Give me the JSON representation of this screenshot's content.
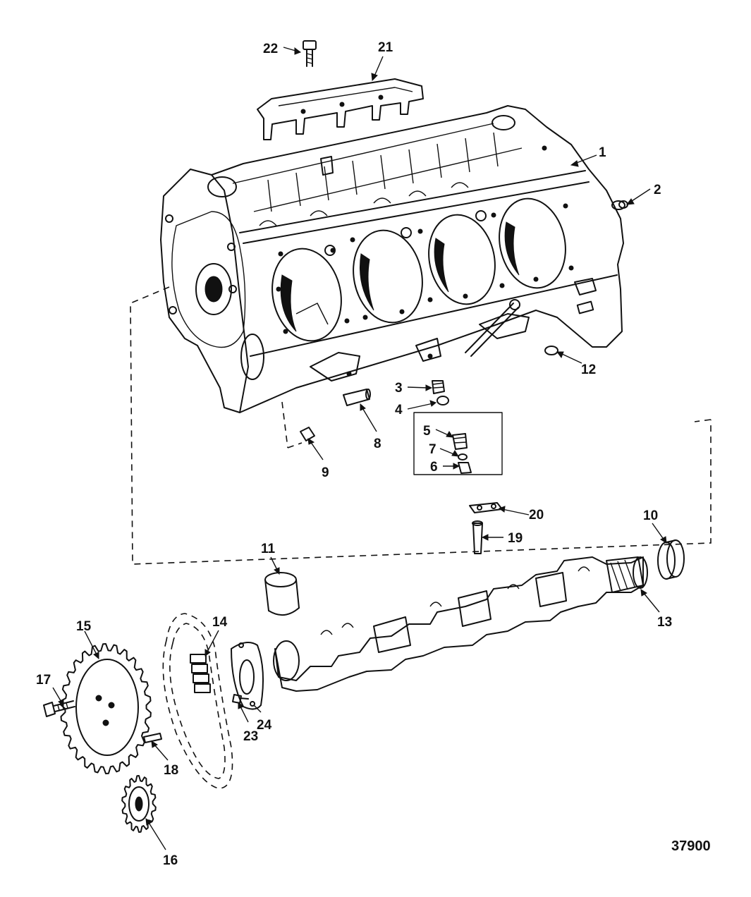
{
  "figure_number": "37900",
  "callouts": [
    {
      "id": "1",
      "label": "1"
    },
    {
      "id": "2",
      "label": "2"
    },
    {
      "id": "3",
      "label": "3"
    },
    {
      "id": "4",
      "label": "4"
    },
    {
      "id": "5",
      "label": "5"
    },
    {
      "id": "6",
      "label": "6"
    },
    {
      "id": "7",
      "label": "7"
    },
    {
      "id": "8",
      "label": "8"
    },
    {
      "id": "9",
      "label": "9"
    },
    {
      "id": "10",
      "label": "10"
    },
    {
      "id": "11",
      "label": "11"
    },
    {
      "id": "12",
      "label": "12"
    },
    {
      "id": "13",
      "label": "13"
    },
    {
      "id": "14",
      "label": "14"
    },
    {
      "id": "15",
      "label": "15"
    },
    {
      "id": "16",
      "label": "16"
    },
    {
      "id": "17",
      "label": "17"
    },
    {
      "id": "18",
      "label": "18"
    },
    {
      "id": "19",
      "label": "19"
    },
    {
      "id": "20",
      "label": "20"
    },
    {
      "id": "21",
      "label": "21"
    },
    {
      "id": "22",
      "label": "22"
    },
    {
      "id": "23",
      "label": "23"
    },
    {
      "id": "24",
      "label": "24"
    }
  ]
}
